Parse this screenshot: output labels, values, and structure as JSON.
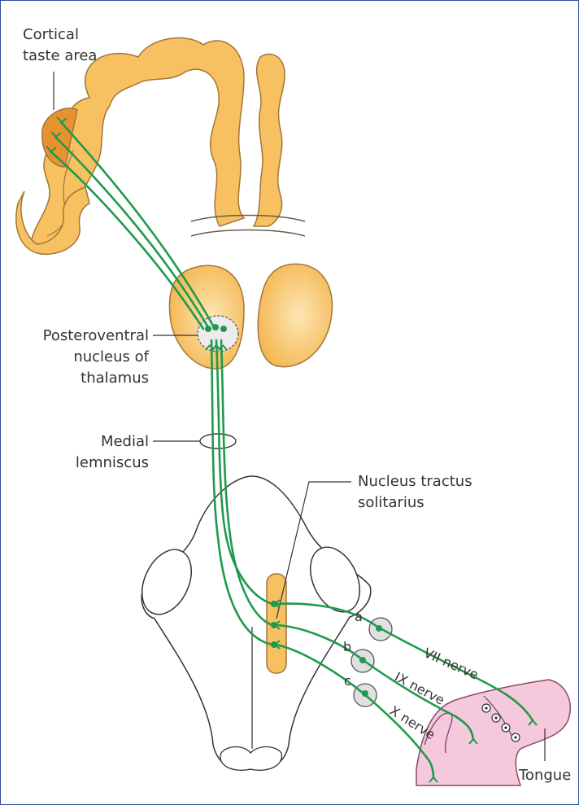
{
  "labels": {
    "cortical_line1": "Cortical",
    "cortical_line2": "taste area",
    "thalamus_line1": "Posteroventral",
    "thalamus_line2": "nucleus of",
    "thalamus_line3": "thalamus",
    "lemniscus_line1": "Medial",
    "lemniscus_line2": "lemniscus",
    "nts_line1": "Nucleus tractus",
    "nts_line2": "solitarius",
    "tongue": "Tongue"
  },
  "ganglia": {
    "a": "a",
    "b": "b",
    "c": "c"
  },
  "nerves": {
    "vii": "VII nerve",
    "ix": "IX nerve",
    "x": "X nerve"
  },
  "colors": {
    "brain": "#f7c060",
    "brain_outline": "#a0763a",
    "cortex_area": "#e8922e",
    "pathway": "#1f9a4c",
    "tongue": "#f6c8dc",
    "ganglion": "#e0e0e0"
  }
}
